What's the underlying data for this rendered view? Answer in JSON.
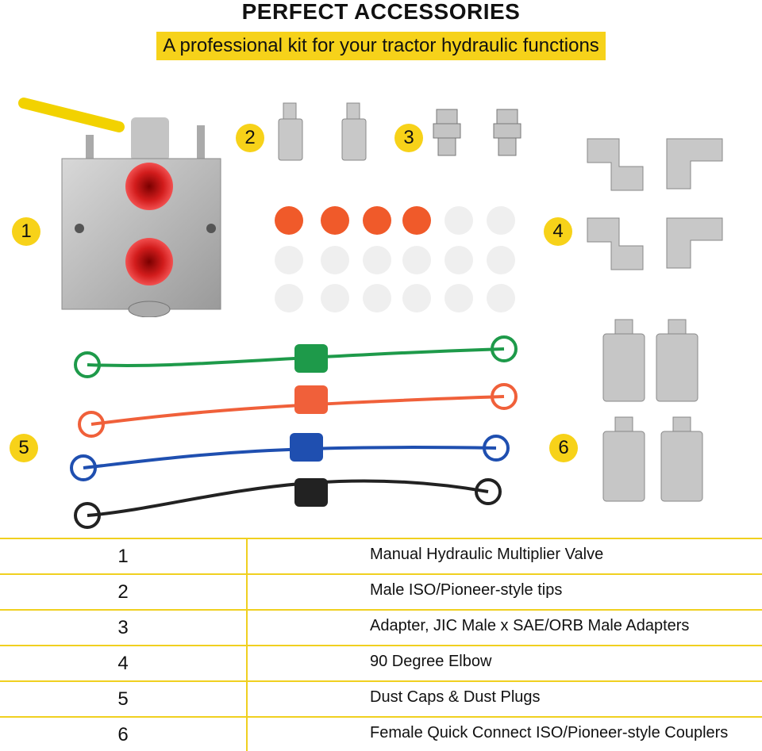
{
  "header": {
    "title": "PERFECT ACCESSORIES",
    "subtitle": "A professional kit for your tractor hydraulic functions"
  },
  "badges": [
    "1",
    "2",
    "3",
    "4",
    "5",
    "6"
  ],
  "table": {
    "rows": [
      {
        "num": "1",
        "desc": "Manual Hydraulic Multiplier Valve"
      },
      {
        "num": "2",
        "desc": "Male ISO/Pioneer-style tips"
      },
      {
        "num": "3",
        "desc": "Adapter, JIC Male x SAE/ORB Male Adapters"
      },
      {
        "num": "4",
        "desc": "90 Degree Elbow"
      },
      {
        "num": "5",
        "desc": "Dust Caps & Dust Plugs"
      },
      {
        "num": "6",
        "desc": "Female Quick Connect ISO/Pioneer-style Couplers"
      }
    ]
  },
  "colors": {
    "accent": "#f7d219",
    "cap_orange": "#f05a2a",
    "cap_white": "#f2f2f2",
    "green": "#1e9a4a",
    "red": "#f0603a",
    "blue": "#1f4fb0",
    "black": "#222222"
  }
}
